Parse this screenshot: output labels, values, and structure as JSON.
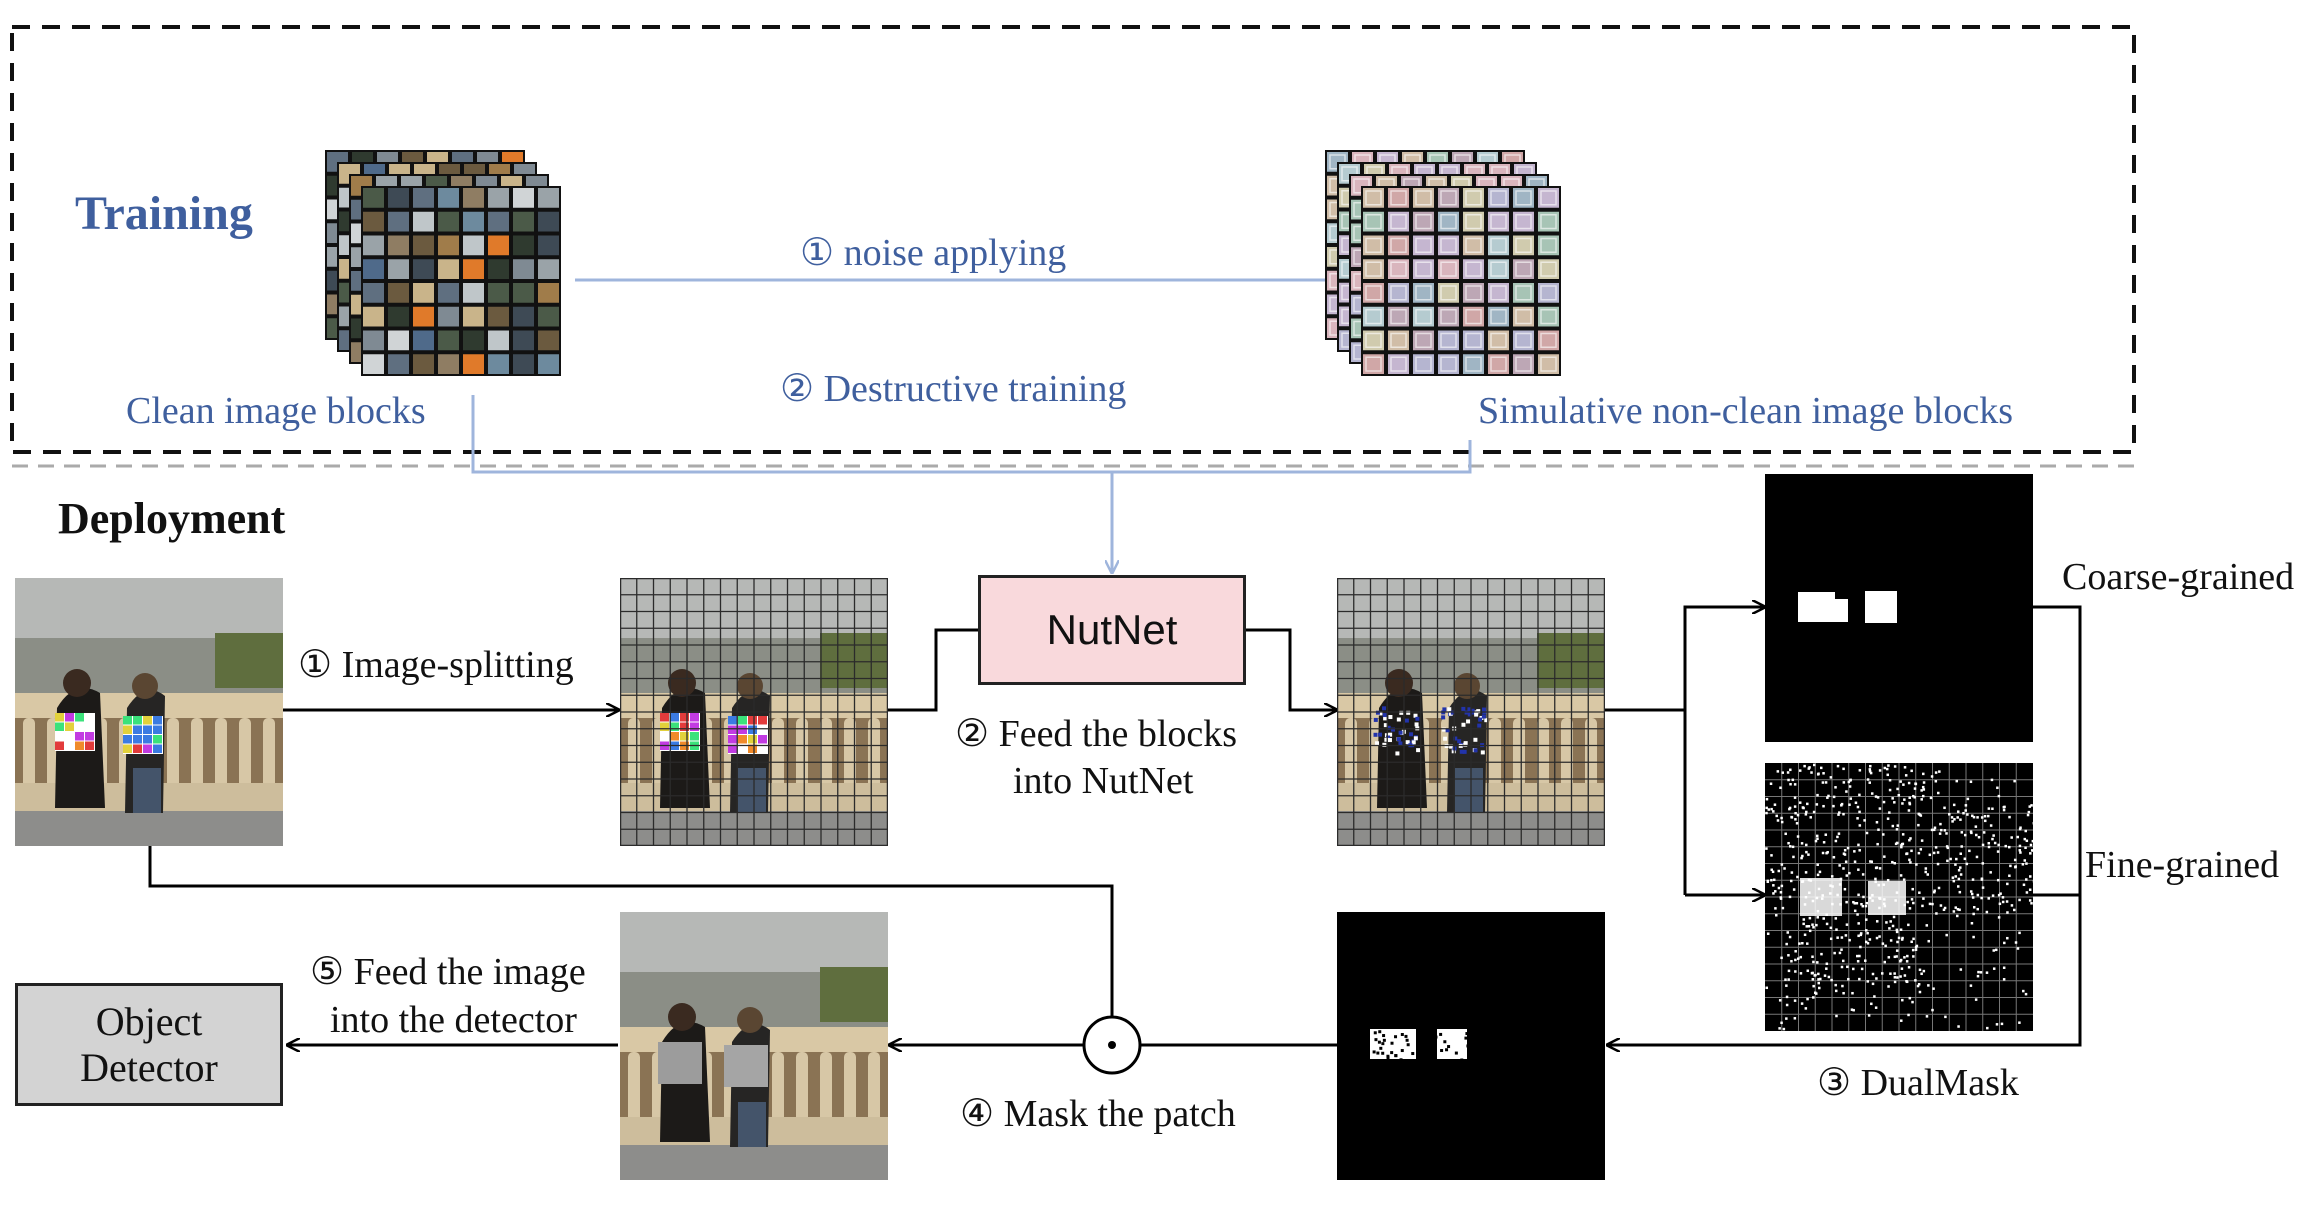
{
  "training": {
    "title": "Training",
    "clean_label": "Clean image blocks",
    "noisy_label": "Simulative non-clean image blocks",
    "step1": "① noise applying",
    "step2": "② Destructive training"
  },
  "deployment": {
    "title": "Deployment",
    "step1": "① Image-splitting",
    "nutnet": "NutNet",
    "step2_line1": "② Feed the blocks",
    "step2_line2": "into NutNet",
    "coarse": "Coarse-grained",
    "fine": "Fine-grained",
    "step3": "③ DualMask",
    "step4": "④ Mask the patch",
    "step5_line1": "⑤ Feed the image",
    "step5_line2": "into the detector",
    "detector_line1": "Object",
    "detector_line2": "Detector"
  },
  "colors": {
    "training_text": "#3f5f9e",
    "training_arrow": "#9fb5dc",
    "nutnet_fill": "#f9d9dc",
    "detector_fill": "#d3d3d3"
  }
}
